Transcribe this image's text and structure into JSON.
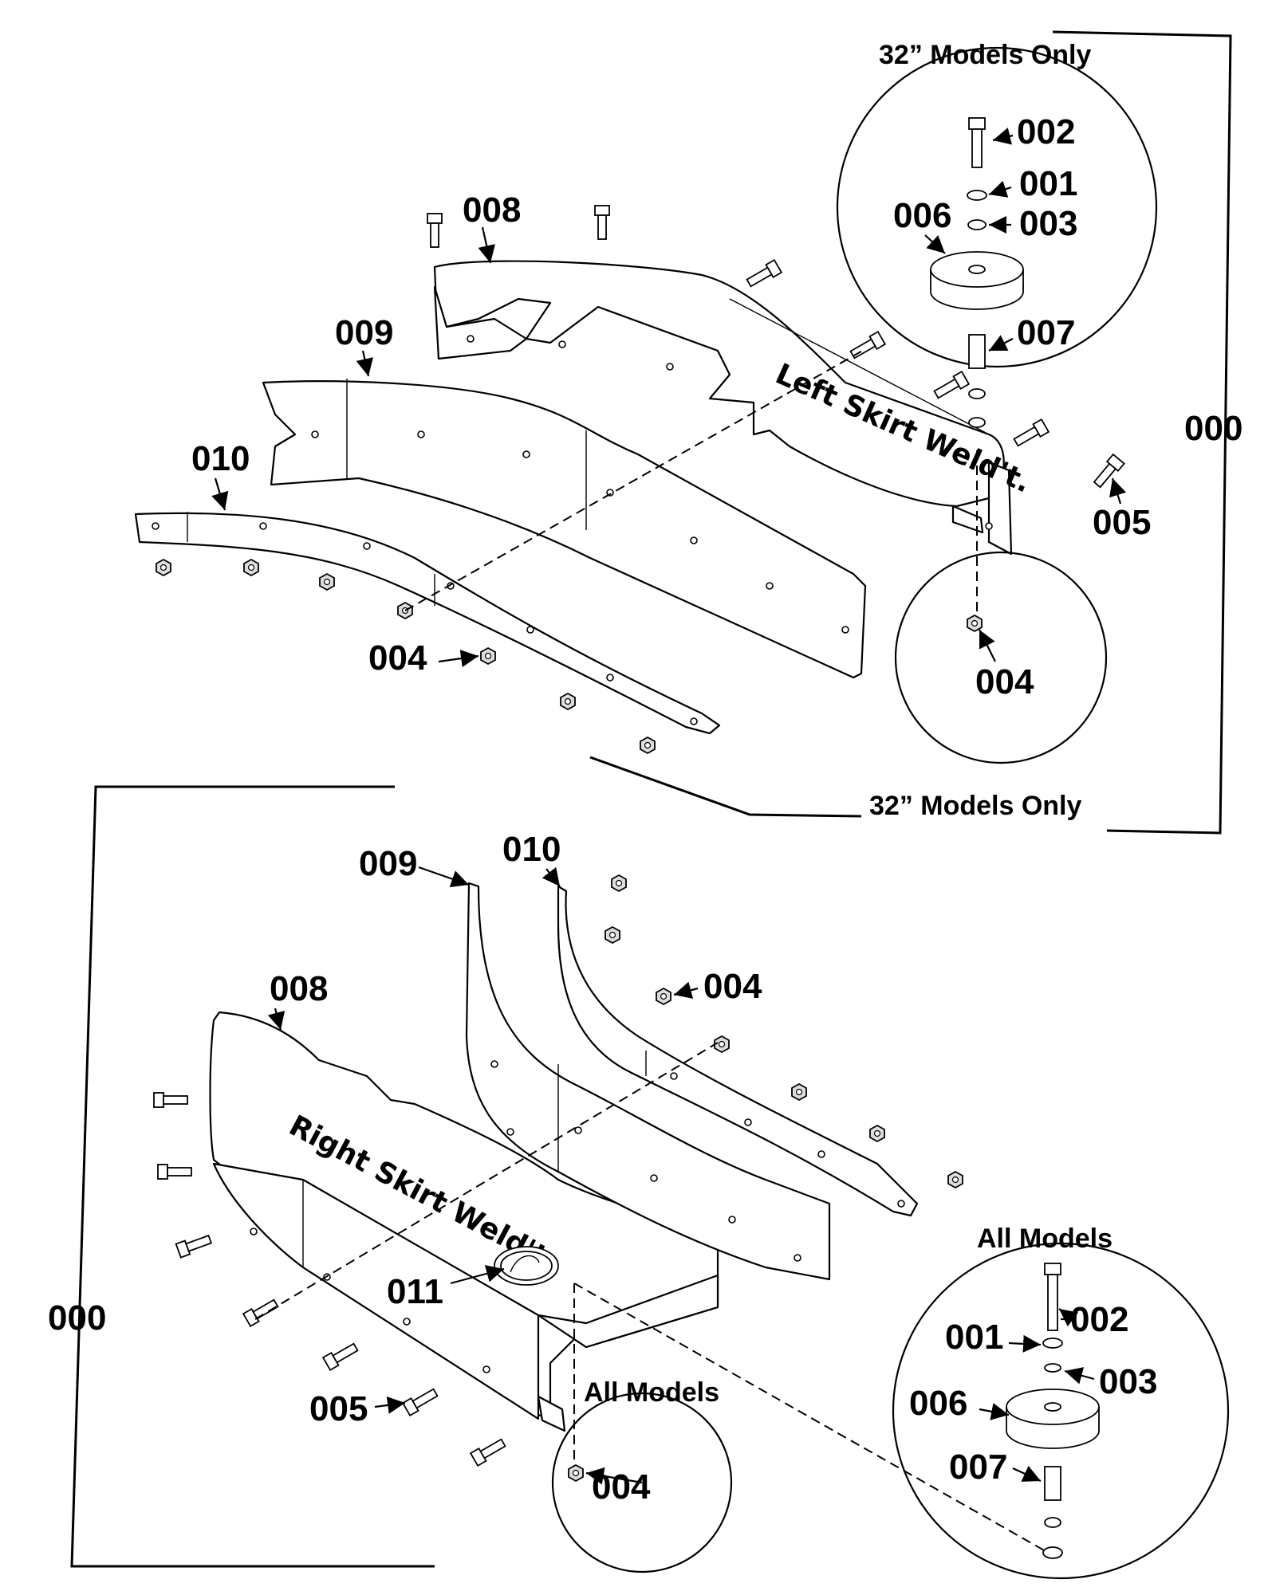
{
  "notes": {
    "top_right_upper": "32” Models Only",
    "top_right_lower": "32” Models Only",
    "bottom_all_models_left": "All Models",
    "bottom_all_models_right": "All Models"
  },
  "weldment_labels": {
    "left": "Left Skirt Weld't.",
    "right": "Right Skirt Weld't."
  },
  "callouts": {
    "top": {
      "c002": "002",
      "c001": "001",
      "c006": "006",
      "c003": "003",
      "c007": "007",
      "c008": "008",
      "c009": "009",
      "c010": "010",
      "c004a": "004",
      "c004b": "004",
      "c005": "005",
      "c000": "000"
    },
    "bottom": {
      "c009": "009",
      "c010": "010",
      "c004a": "004",
      "c008": "008",
      "c011": "011",
      "c005": "005",
      "c004b": "004",
      "c002": "002",
      "c001": "001",
      "c003": "003",
      "c006": "006",
      "c007": "007",
      "c000": "000"
    }
  },
  "icons": [
    "bolt-icon",
    "nut-icon",
    "washer-icon",
    "spacer-icon",
    "bumper-wheel-icon",
    "logo-decal-icon"
  ]
}
